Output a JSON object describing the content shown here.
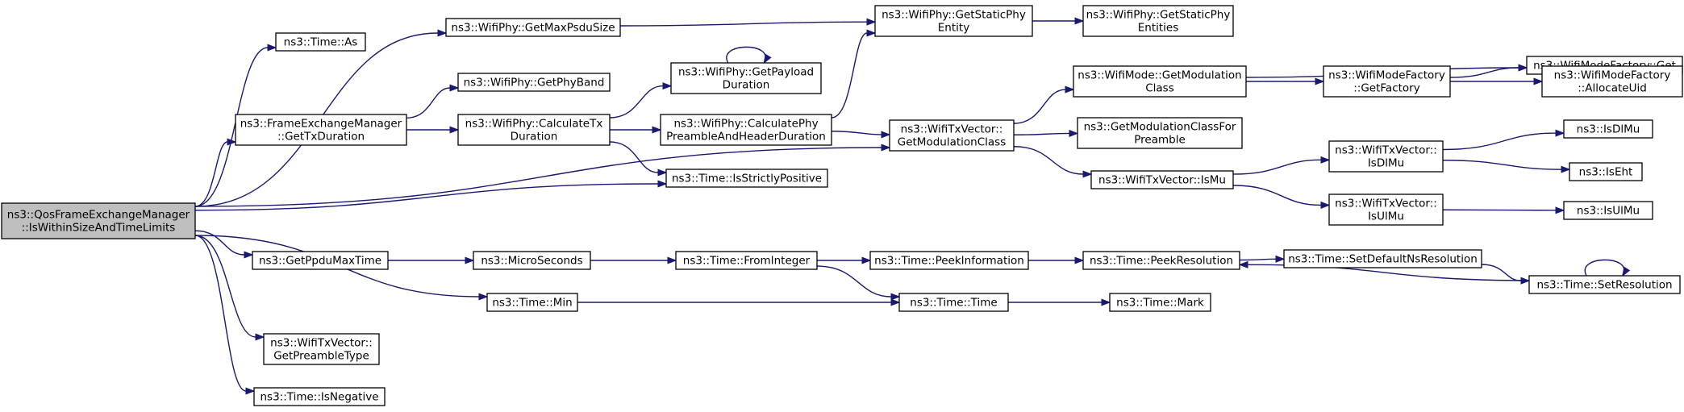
{
  "graph": {
    "title": "",
    "root": "n0",
    "nodes": [
      {
        "id": "n0",
        "lines": [
          "ns3::QosFrameExchangeManager",
          "::IsWithinSizeAndTimeLimits"
        ],
        "root": true
      },
      {
        "id": "n1",
        "lines": [
          "ns3::Time::As"
        ]
      },
      {
        "id": "n2",
        "lines": [
          "ns3::WifiPhy::GetMaxPsduSize"
        ]
      },
      {
        "id": "n3",
        "lines": [
          "ns3::WifiPhy::GetStaticPhy",
          "Entity"
        ]
      },
      {
        "id": "n4",
        "lines": [
          "ns3::WifiPhy::GetStaticPhy",
          "Entities"
        ]
      },
      {
        "id": "n5",
        "lines": [
          "ns3::WifiPhy::GetPhyBand"
        ]
      },
      {
        "id": "n6",
        "lines": [
          "ns3::FrameExchangeManager",
          "::GetTxDuration"
        ]
      },
      {
        "id": "n7",
        "lines": [
          "ns3::WifiPhy::CalculateTx",
          "Duration"
        ]
      },
      {
        "id": "n8",
        "lines": [
          "ns3::WifiPhy::GetPayload",
          "Duration"
        ]
      },
      {
        "id": "n9",
        "lines": [
          "ns3::WifiPhy::CalculatePhy",
          "PreambleAndHeaderDuration"
        ]
      },
      {
        "id": "n10",
        "lines": [
          "ns3::Time::IsStrictlyPositive"
        ]
      },
      {
        "id": "n11",
        "lines": [
          "ns3::WifiTxVector::",
          "GetModulationClass"
        ]
      },
      {
        "id": "n12",
        "lines": [
          "ns3::WifiMode::GetModulation",
          "Class"
        ]
      },
      {
        "id": "n13",
        "lines": [
          "ns3::GetModulationClassFor",
          "Preamble"
        ]
      },
      {
        "id": "n14",
        "lines": [
          "ns3::WifiTxVector::IsMu"
        ]
      },
      {
        "id": "n15",
        "lines": [
          "ns3::WifiModeFactory",
          "::GetFactory"
        ]
      },
      {
        "id": "n16",
        "lines": [
          "ns3::WifiModeFactory::Get"
        ]
      },
      {
        "id": "n17",
        "lines": [
          "ns3::WifiModeFactory",
          "::AllocateUid"
        ]
      },
      {
        "id": "n18",
        "lines": [
          "ns3::WifiTxVector::",
          "IsDlMu"
        ]
      },
      {
        "id": "n19",
        "lines": [
          "ns3::WifiTxVector::",
          "IsUlMu"
        ]
      },
      {
        "id": "n20",
        "lines": [
          "ns3::IsDlMu"
        ]
      },
      {
        "id": "n21",
        "lines": [
          "ns3::IsEht"
        ]
      },
      {
        "id": "n22",
        "lines": [
          "ns3::IsUlMu"
        ]
      },
      {
        "id": "n23",
        "lines": [
          "ns3::GetPpduMaxTime"
        ]
      },
      {
        "id": "n24",
        "lines": [
          "ns3::MicroSeconds"
        ]
      },
      {
        "id": "n25",
        "lines": [
          "ns3::Time::FromInteger"
        ]
      },
      {
        "id": "n26",
        "lines": [
          "ns3::Time::PeekInformation"
        ]
      },
      {
        "id": "n27",
        "lines": [
          "ns3::Time::PeekResolution"
        ]
      },
      {
        "id": "n28",
        "lines": [
          "ns3::Time::SetDefaultNsResolution"
        ]
      },
      {
        "id": "n29",
        "lines": [
          "ns3::Time::SetResolution"
        ]
      },
      {
        "id": "n30",
        "lines": [
          "ns3::Time::Min"
        ]
      },
      {
        "id": "n31",
        "lines": [
          "ns3::Time::Time"
        ]
      },
      {
        "id": "n32",
        "lines": [
          "ns3::Time::Mark"
        ]
      },
      {
        "id": "n33",
        "lines": [
          "ns3::WifiTxVector::",
          "GetPreambleType"
        ]
      },
      {
        "id": "n34",
        "lines": [
          "ns3::Time::IsNegative"
        ]
      }
    ],
    "edges": [
      [
        "n0",
        "n1"
      ],
      [
        "n0",
        "n2"
      ],
      [
        "n0",
        "n6"
      ],
      [
        "n0",
        "n10"
      ],
      [
        "n0",
        "n11"
      ],
      [
        "n0",
        "n23"
      ],
      [
        "n0",
        "n30"
      ],
      [
        "n0",
        "n33"
      ],
      [
        "n0",
        "n34"
      ],
      [
        "n2",
        "n3"
      ],
      [
        "n3",
        "n4"
      ],
      [
        "n6",
        "n5"
      ],
      [
        "n6",
        "n7"
      ],
      [
        "n7",
        "n8"
      ],
      [
        "n7",
        "n9"
      ],
      [
        "n7",
        "n10"
      ],
      [
        "n8",
        "n8"
      ],
      [
        "n9",
        "n3"
      ],
      [
        "n9",
        "n11"
      ],
      [
        "n11",
        "n12"
      ],
      [
        "n11",
        "n13"
      ],
      [
        "n11",
        "n14"
      ],
      [
        "n12",
        "n15"
      ],
      [
        "n12",
        "n16"
      ],
      [
        "n15",
        "n16"
      ],
      [
        "n15",
        "n17"
      ],
      [
        "n14",
        "n18"
      ],
      [
        "n14",
        "n19"
      ],
      [
        "n18",
        "n20"
      ],
      [
        "n18",
        "n21"
      ],
      [
        "n19",
        "n22"
      ],
      [
        "n23",
        "n24"
      ],
      [
        "n24",
        "n25"
      ],
      [
        "n25",
        "n26"
      ],
      [
        "n25",
        "n31"
      ],
      [
        "n26",
        "n27"
      ],
      [
        "n27",
        "n28"
      ],
      [
        "n28",
        "n29"
      ],
      [
        "n29",
        "n29"
      ],
      [
        "n29",
        "n27"
      ],
      [
        "n30",
        "n31"
      ],
      [
        "n31",
        "n32"
      ]
    ]
  }
}
